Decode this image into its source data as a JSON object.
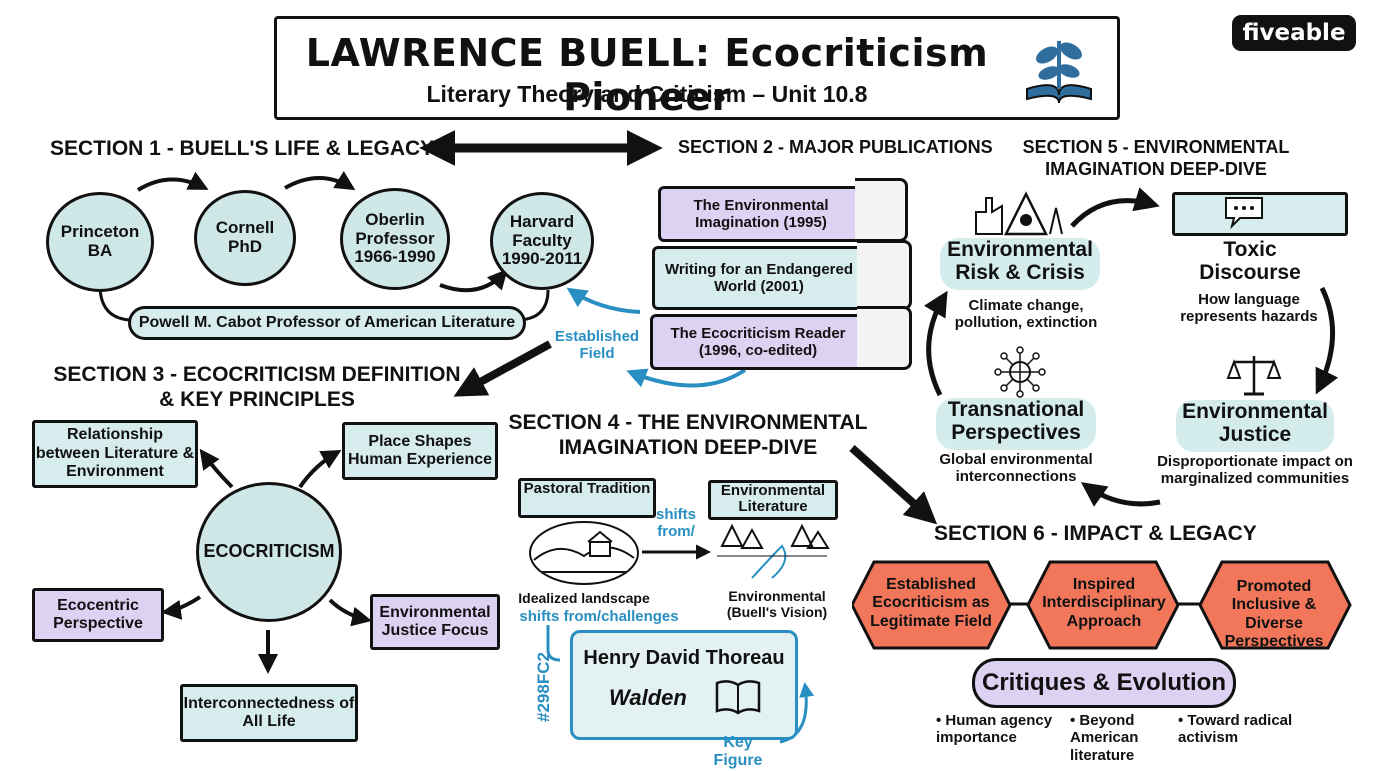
{
  "header": {
    "title": "LAWRENCE BUELL: Ecocriticism Pioneer",
    "subtitle": "Literary Theory and Criticism – Unit 10.8",
    "logo": "fiveable",
    "logo_icon": "book-sprout-icon"
  },
  "section1": {
    "title": "SECTION 1 - BUELL'S LIFE & LEGACY",
    "circles": [
      {
        "label": "Princeton BA"
      },
      {
        "label": "Cornell PhD"
      },
      {
        "label": "Oberlin Professor 1966-1990"
      },
      {
        "label": "Harvard Faculty 1990-2011"
      }
    ],
    "professorship": "Powell M. Cabot Professor of American Literature"
  },
  "section2": {
    "title": "SECTION 2 - MAJOR PUBLICATIONS",
    "books": [
      {
        "label": "The Environmental Imagination (1995)"
      },
      {
        "label": "Writing for an Endangered World (2001)"
      },
      {
        "label": "The Ecocriticism Reader (1996, co-edited)"
      }
    ],
    "established_field": "Established Field"
  },
  "section3": {
    "title": "SECTION 3 - ECOCRITICISM DEFINITION & KEY PRINCIPLES",
    "center": "ECOCRITICISM",
    "principles": [
      {
        "label": "Relationship between Literature & Environment"
      },
      {
        "label": "Place Shapes Human Experience"
      },
      {
        "label": "Ecocentric Perspective"
      },
      {
        "label": "Environmental Justice Focus"
      },
      {
        "label": "Interconnectedness of All Life"
      }
    ]
  },
  "section4": {
    "title": "SECTION 4 - THE ENVIRONMENTAL IMAGINATION DEEP-DIVE",
    "pastoral": "Pastoral Tradition",
    "environmental_lit": "Environmental Literature",
    "shifts_from": "shifts from/",
    "idealized": "Idealized landscape",
    "shifts_challenges": "shifts from/challenges",
    "env_vision": "Environmental (Buell's Vision)",
    "figure_name": "Henry David Thoreau",
    "figure_work": "Walden",
    "color_code": "#298FC2",
    "key_figure": "Key Figure"
  },
  "section5": {
    "title": "SECTION 5 - ENVIRONMENTAL IMAGINATION DEEP-DIVE",
    "nodes": [
      {
        "title": "Environmental Risk & Crisis",
        "desc": "Climate change, pollution, extinction"
      },
      {
        "title": "Toxic Discourse",
        "desc": "How language represents hazards"
      },
      {
        "title": "Environmental Justice",
        "desc": "Disproportionate impact on marginalized communities"
      },
      {
        "title": "Transnational Perspectives",
        "desc": "Global environmental interconnections"
      }
    ]
  },
  "section6": {
    "title": "SECTION 6 - IMPACT & LEGACY",
    "hexes": [
      {
        "label": "Established Ecocriticism as Legitimate Field"
      },
      {
        "label": "Inspired Interdisciplinary Approach"
      },
      {
        "label": "Promoted Inclusive & Diverse Perspectives"
      }
    ],
    "critiques_title": "Critiques & Evolution",
    "bullets": [
      "Human agency importance",
      "Beyond American literature",
      "Toward radical activism"
    ]
  },
  "colors": {
    "teal": "#cfe7e7",
    "purple": "#ddd2f2",
    "coral": "#f2765a",
    "accent_blue": "#298fc2"
  }
}
